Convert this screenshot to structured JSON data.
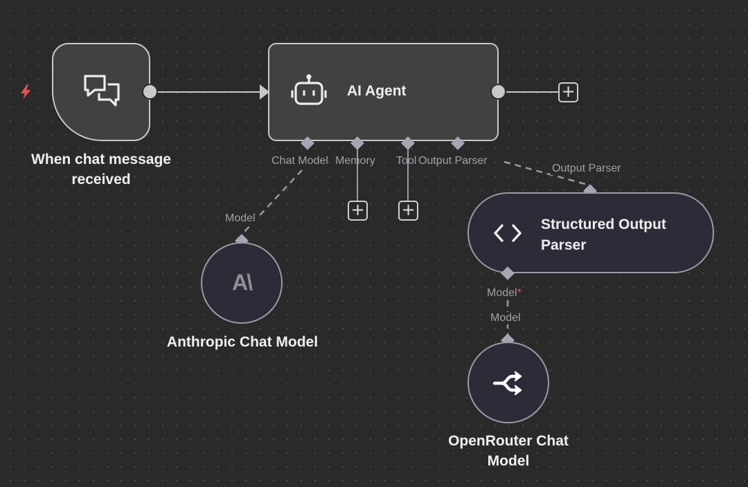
{
  "canvas": {
    "background_color": "#2a2a2a",
    "accent_trigger_color": "#e55353"
  },
  "nodes": {
    "trigger": {
      "label": "When chat message received",
      "icon": "chat-bubbles-icon"
    },
    "agent": {
      "title": "AI Agent",
      "icon": "robot-icon"
    },
    "anthropic": {
      "label": "Anthropic Chat Model",
      "icon_text": "A\\"
    },
    "parser": {
      "title": "Structured Output Parser",
      "icon": "code-brackets-icon"
    },
    "openrouter": {
      "label": "OpenRouter Chat Model",
      "icon": "openrouter-icon"
    }
  },
  "agent_ports": {
    "chat_model": "Chat Model",
    "memory": "Memory",
    "tool": "Tool",
    "output_parser": "Output Parser"
  },
  "edges": {
    "output_parser_label": "Output Parser",
    "model_label": "Model"
  },
  "parser_ports": {
    "model_label": "Model",
    "required_mark": "*"
  },
  "buttons": {
    "add_symbol": "+"
  }
}
